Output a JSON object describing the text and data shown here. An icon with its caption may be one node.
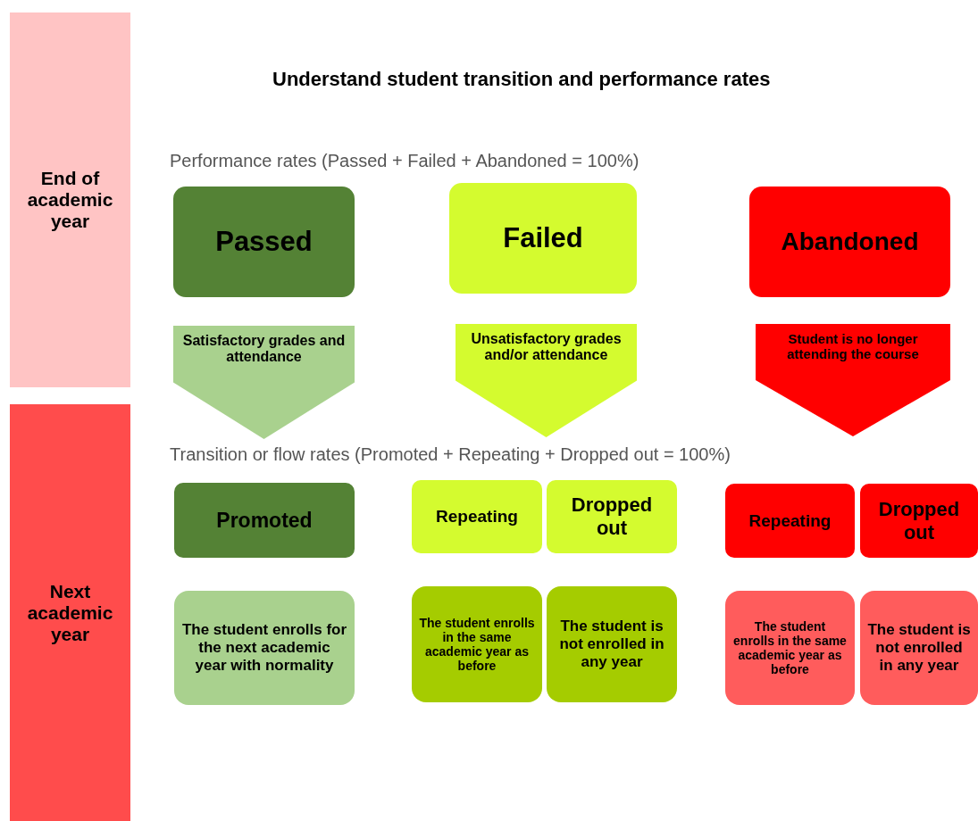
{
  "diagram": {
    "title": "Understand student transition and performance rates",
    "nodes": [
      {
        "text": [
          "End of academic year"
        ]
      },
      {
        "text": [
          "Next academic year"
        ]
      },
      {
        "text": [
          "Passed"
        ]
      },
      {
        "text": [
          "Failed"
        ]
      },
      {
        "text": [
          "Abandoned"
        ]
      },
      {
        "text": [
          "Satisfactory grades and attendance"
        ]
      },
      {
        "text": [
          "Unsatisfactory grades and/or attendance"
        ]
      },
      {
        "text": [
          "Student is no longer attending the course"
        ]
      },
      {
        "text": [
          "Promoted"
        ]
      },
      {
        "text": [
          "Repeating"
        ]
      },
      {
        "text": [
          "Dropped out"
        ]
      },
      {
        "text": [
          "Repeating"
        ]
      },
      {
        "text": [
          "Dropped out"
        ]
      },
      {
        "text": [
          "The student enrolls for the next academic year with normality"
        ]
      },
      {
        "text": [
          "The student enrolls in the same academic year as before"
        ]
      },
      {
        "text": [
          "The student is not enrolled in any year"
        ]
      },
      {
        "text": [
          "The student enrolls in the same academic year as before"
        ]
      },
      {
        "text": [
          "The student is not enrolled in any year"
        ]
      }
    ],
    "labels": [
      "Performance rates (Passed + Failed + Abandoned = 100%)",
      "Transition or flow rates (Promoted + Repeating + Dropped out = 100%)"
    ]
  }
}
